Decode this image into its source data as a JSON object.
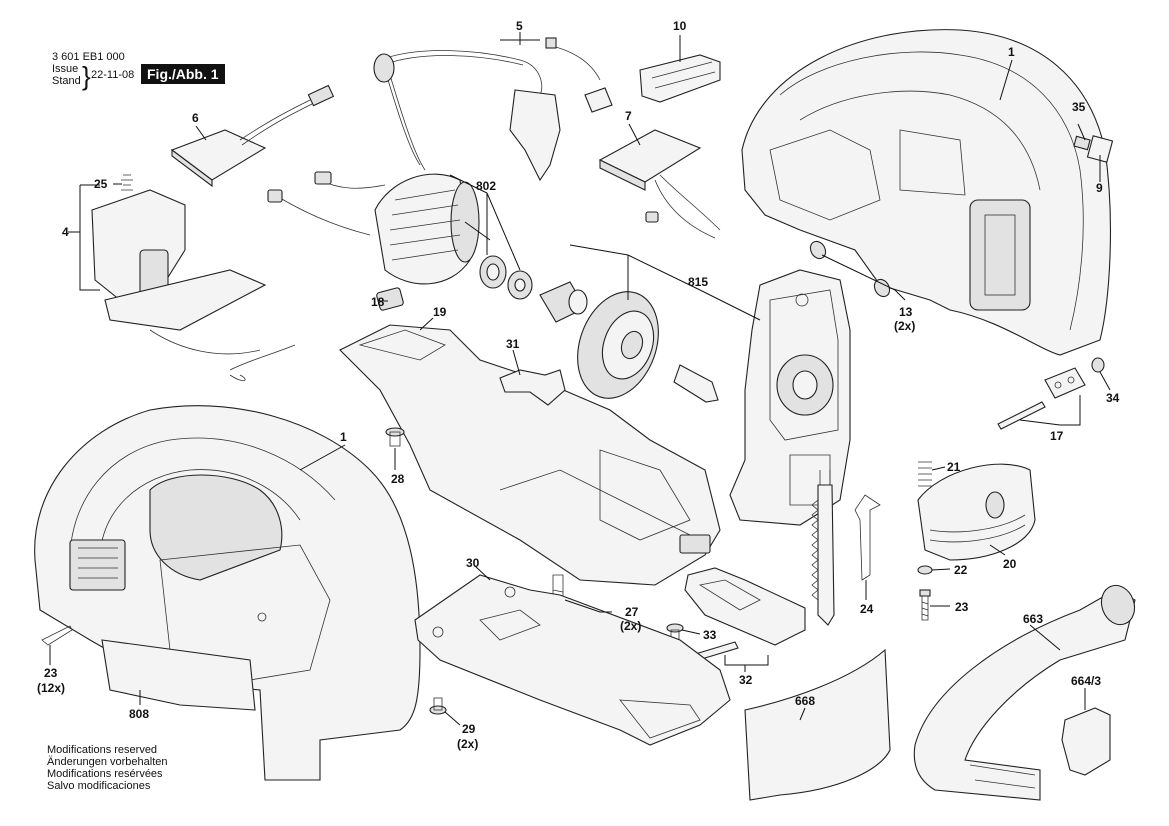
{
  "header": {
    "doc_number": "3 601 EB1 000",
    "issue_label": "Issue",
    "stand_label": "Stand",
    "issue_date": "22-11-08",
    "figure": "Fig./Abb. 1"
  },
  "notes": [
    "Modifications reserved",
    "Änderungen vorbehalten",
    "Modifications resérvées",
    "Salvo modificaciones"
  ],
  "callouts": [
    {
      "id": "c1a",
      "text": "1"
    },
    {
      "id": "c1b",
      "text": "1"
    },
    {
      "id": "c4",
      "text": "4"
    },
    {
      "id": "c5",
      "text": "5"
    },
    {
      "id": "c6",
      "text": "6"
    },
    {
      "id": "c7",
      "text": "7"
    },
    {
      "id": "c9",
      "text": "9"
    },
    {
      "id": "c10",
      "text": "10"
    },
    {
      "id": "c13",
      "text": "13"
    },
    {
      "id": "c13q",
      "text": "(2x)"
    },
    {
      "id": "c17",
      "text": "17"
    },
    {
      "id": "c18",
      "text": "18"
    },
    {
      "id": "c19",
      "text": "19"
    },
    {
      "id": "c20",
      "text": "20"
    },
    {
      "id": "c21",
      "text": "21"
    },
    {
      "id": "c22",
      "text": "22"
    },
    {
      "id": "c23a",
      "text": "23"
    },
    {
      "id": "c23aq",
      "text": "(12x)"
    },
    {
      "id": "c23b",
      "text": "23"
    },
    {
      "id": "c24",
      "text": "24"
    },
    {
      "id": "c25",
      "text": "25"
    },
    {
      "id": "c27",
      "text": "27"
    },
    {
      "id": "c27q",
      "text": "(2x)"
    },
    {
      "id": "c28",
      "text": "28"
    },
    {
      "id": "c29",
      "text": "29"
    },
    {
      "id": "c29q",
      "text": "(2x)"
    },
    {
      "id": "c30",
      "text": "30"
    },
    {
      "id": "c31",
      "text": "31"
    },
    {
      "id": "c32",
      "text": "32"
    },
    {
      "id": "c33",
      "text": "33"
    },
    {
      "id": "c34",
      "text": "34"
    },
    {
      "id": "c35",
      "text": "35"
    },
    {
      "id": "c663",
      "text": "663"
    },
    {
      "id": "c664",
      "text": "664/3"
    },
    {
      "id": "c668",
      "text": "668"
    },
    {
      "id": "c802",
      "text": "802"
    },
    {
      "id": "c808",
      "text": "808"
    },
    {
      "id": "c815",
      "text": "815"
    }
  ]
}
